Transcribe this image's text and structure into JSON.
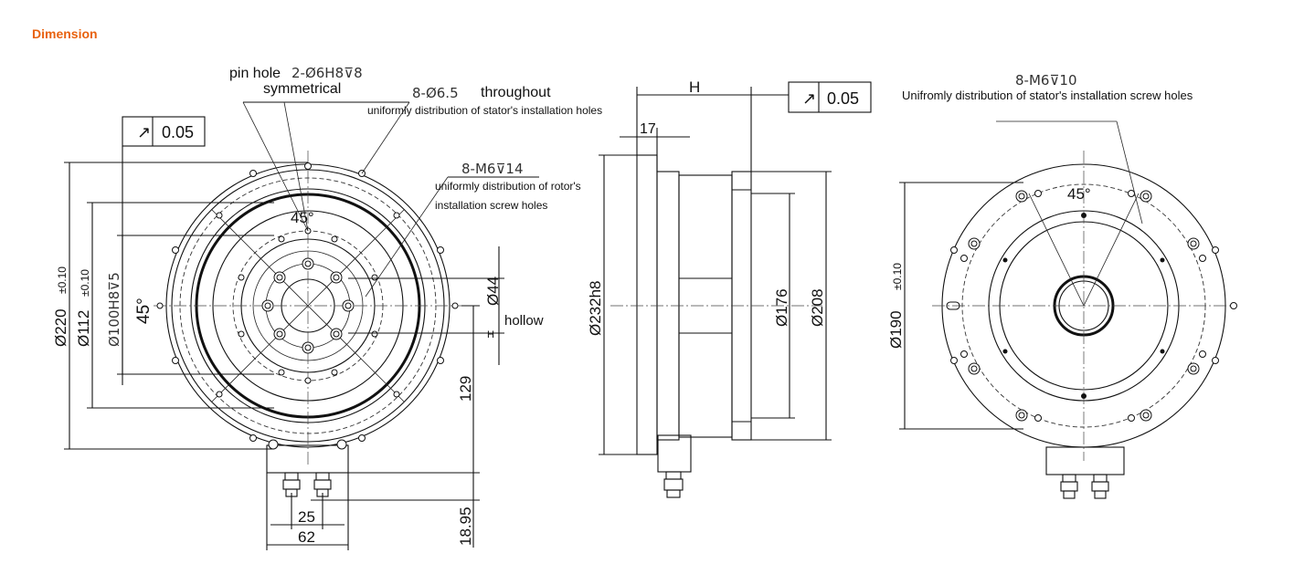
{
  "heading": {
    "text": "Dimension",
    "color": "#e8620f"
  },
  "front_view": {
    "pin_hole_label": "pin hole",
    "pin_hole_spec": "2-Ø6H8⊽8",
    "pin_hole_note": "symmetrical",
    "stator_holes_spec": "8-Ø6.5",
    "stator_holes_through": "throughout",
    "stator_holes_note": "uniformly distribution of stator's installation holes",
    "rotor_holes_spec": "8-M6⊽14",
    "rotor_holes_note_1": "uniformly distribution of rotor's",
    "rotor_holes_note_2": "installation screw holes",
    "runout_symbol": "↗",
    "runout_value": "0.05",
    "dia_220": "Ø220",
    "dia_220_tol": "±0.10",
    "dia_112": "Ø112",
    "dia_112_tol": "±0.10",
    "dia_100": "Ø100H8⊽5",
    "angle_45_vertical": "45°",
    "angle_45_top": "45°",
    "dia_44": "Ø44",
    "hollow_label": "hollow",
    "dim_129": "129",
    "dim_18_95": "18.95",
    "dim_25": "25",
    "dim_62": "62"
  },
  "side_view": {
    "dim_h": "H",
    "runout_symbol": "↗",
    "runout_value": "0.05",
    "dim_17": "17",
    "dia_232": "Ø232h8",
    "dia_176": "Ø176",
    "dia_208": "Ø208"
  },
  "rear_view": {
    "screw_spec": "8-M6⊽10",
    "screw_note": "Unifromly distribution of stator's installation screw holes",
    "angle_45": "45°",
    "dia_190": "Ø190",
    "dia_190_tol": "±0.10"
  }
}
